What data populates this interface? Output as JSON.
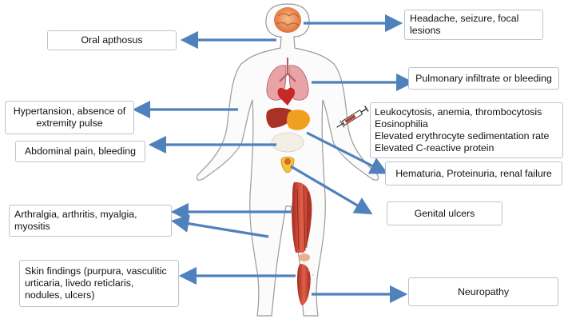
{
  "labels": {
    "headache": "Headache, seizure, focal lesions",
    "oral": "Oral apthosus",
    "pulmonary": "Pulmonary infiltrate or bleeding",
    "hypertension": "Hypertansion, absence of extremity pulse",
    "lab_1": "Leukocytosis, anemia, thrombocytosis",
    "lab_2": "Eosinophilia",
    "lab_3": "Elevated erythrocyte sedimentation rate",
    "lab_4": "Elevated C-reactive protein",
    "abdominal": "Abdominal pain, bleeding",
    "renal": "Hematuria, Proteinuria, renal failure",
    "arthralgia": "Arthralgia, arthritis, myalgia, myositis",
    "genital": "Genital ulcers",
    "skin": "Skin findings (purpura, vasculitic urticaria, livedo reticlaris, nodules, ulcers)",
    "neuropathy": "Neuropathy"
  },
  "colors": {
    "arrow": "#4f81bd",
    "box_border": "#b9c3d0",
    "body_outline": "#9a9a9a",
    "brain": "#e8935a",
    "lung": "#d9848a",
    "heart": "#c62828",
    "liver": "#a93226",
    "stomach": "#f0a020",
    "muscle": "#c0392b"
  },
  "icons": [
    "human-body-illustration",
    "syringe-icon"
  ]
}
